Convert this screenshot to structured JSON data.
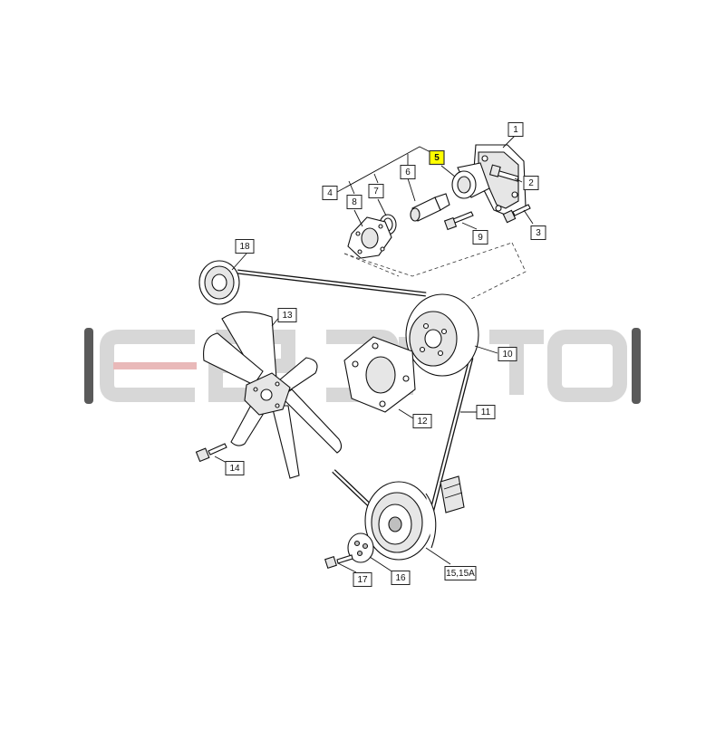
{
  "diagram": {
    "callouts": [
      {
        "id": "1",
        "label": "1",
        "highlighted": false
      },
      {
        "id": "2",
        "label": "2",
        "highlighted": false
      },
      {
        "id": "3",
        "label": "3",
        "highlighted": false
      },
      {
        "id": "4",
        "label": "4",
        "highlighted": false
      },
      {
        "id": "5",
        "label": "5",
        "highlighted": true
      },
      {
        "id": "6",
        "label": "6",
        "highlighted": false
      },
      {
        "id": "7",
        "label": "7",
        "highlighted": false
      },
      {
        "id": "8",
        "label": "8",
        "highlighted": false
      },
      {
        "id": "9",
        "label": "9",
        "highlighted": false
      },
      {
        "id": "10",
        "label": "10",
        "highlighted": false
      },
      {
        "id": "11",
        "label": "11",
        "highlighted": false
      },
      {
        "id": "12",
        "label": "12",
        "highlighted": false
      },
      {
        "id": "13",
        "label": "13",
        "highlighted": false
      },
      {
        "id": "14",
        "label": "14",
        "highlighted": false
      },
      {
        "id": "15",
        "label": "15,15A",
        "highlighted": false
      },
      {
        "id": "16",
        "label": "16",
        "highlighted": false
      },
      {
        "id": "17",
        "label": "17",
        "highlighted": false
      },
      {
        "id": "18",
        "label": "18",
        "highlighted": false
      }
    ]
  },
  "colors": {
    "highlight": "#ffff00",
    "line": "#111111",
    "watermark_gray": "#d7d7d7",
    "watermark_bar": "#5a5a5a"
  }
}
